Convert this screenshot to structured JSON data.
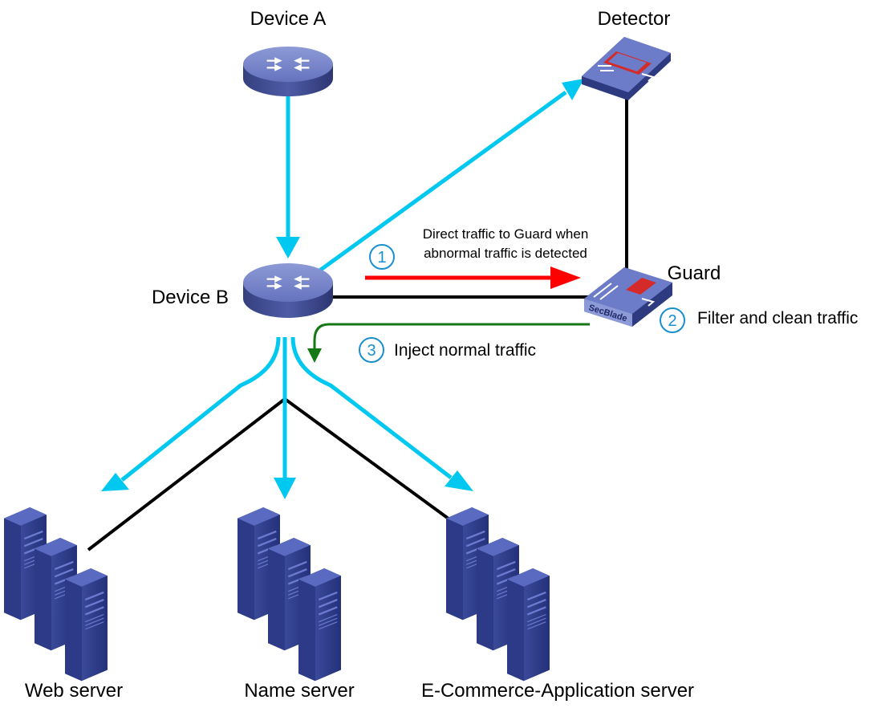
{
  "nodes": {
    "device_a": "Device A",
    "device_b": "Device B",
    "detector": "Detector",
    "guard": "Guard",
    "web_server": "Web server",
    "name_server": "Name server",
    "ecommerce_server": "E-Commerce-Application server"
  },
  "guard_badge": "SecBlade",
  "steps": {
    "step1": {
      "number": "1",
      "text_line1": "Direct traffic to Guard when",
      "text_line2": "abnormal traffic is detected"
    },
    "step2": {
      "number": "2",
      "text": "Filter and clean traffic"
    },
    "step3": {
      "number": "3",
      "text": "Inject normal traffic"
    }
  },
  "colors": {
    "traffic_flow": "#00c8f0",
    "physical_link": "#000000",
    "diversion": "#ff0000",
    "injection": "#147814",
    "device_blue": "#5b69b0",
    "step_circle": "#1a8fd0"
  }
}
